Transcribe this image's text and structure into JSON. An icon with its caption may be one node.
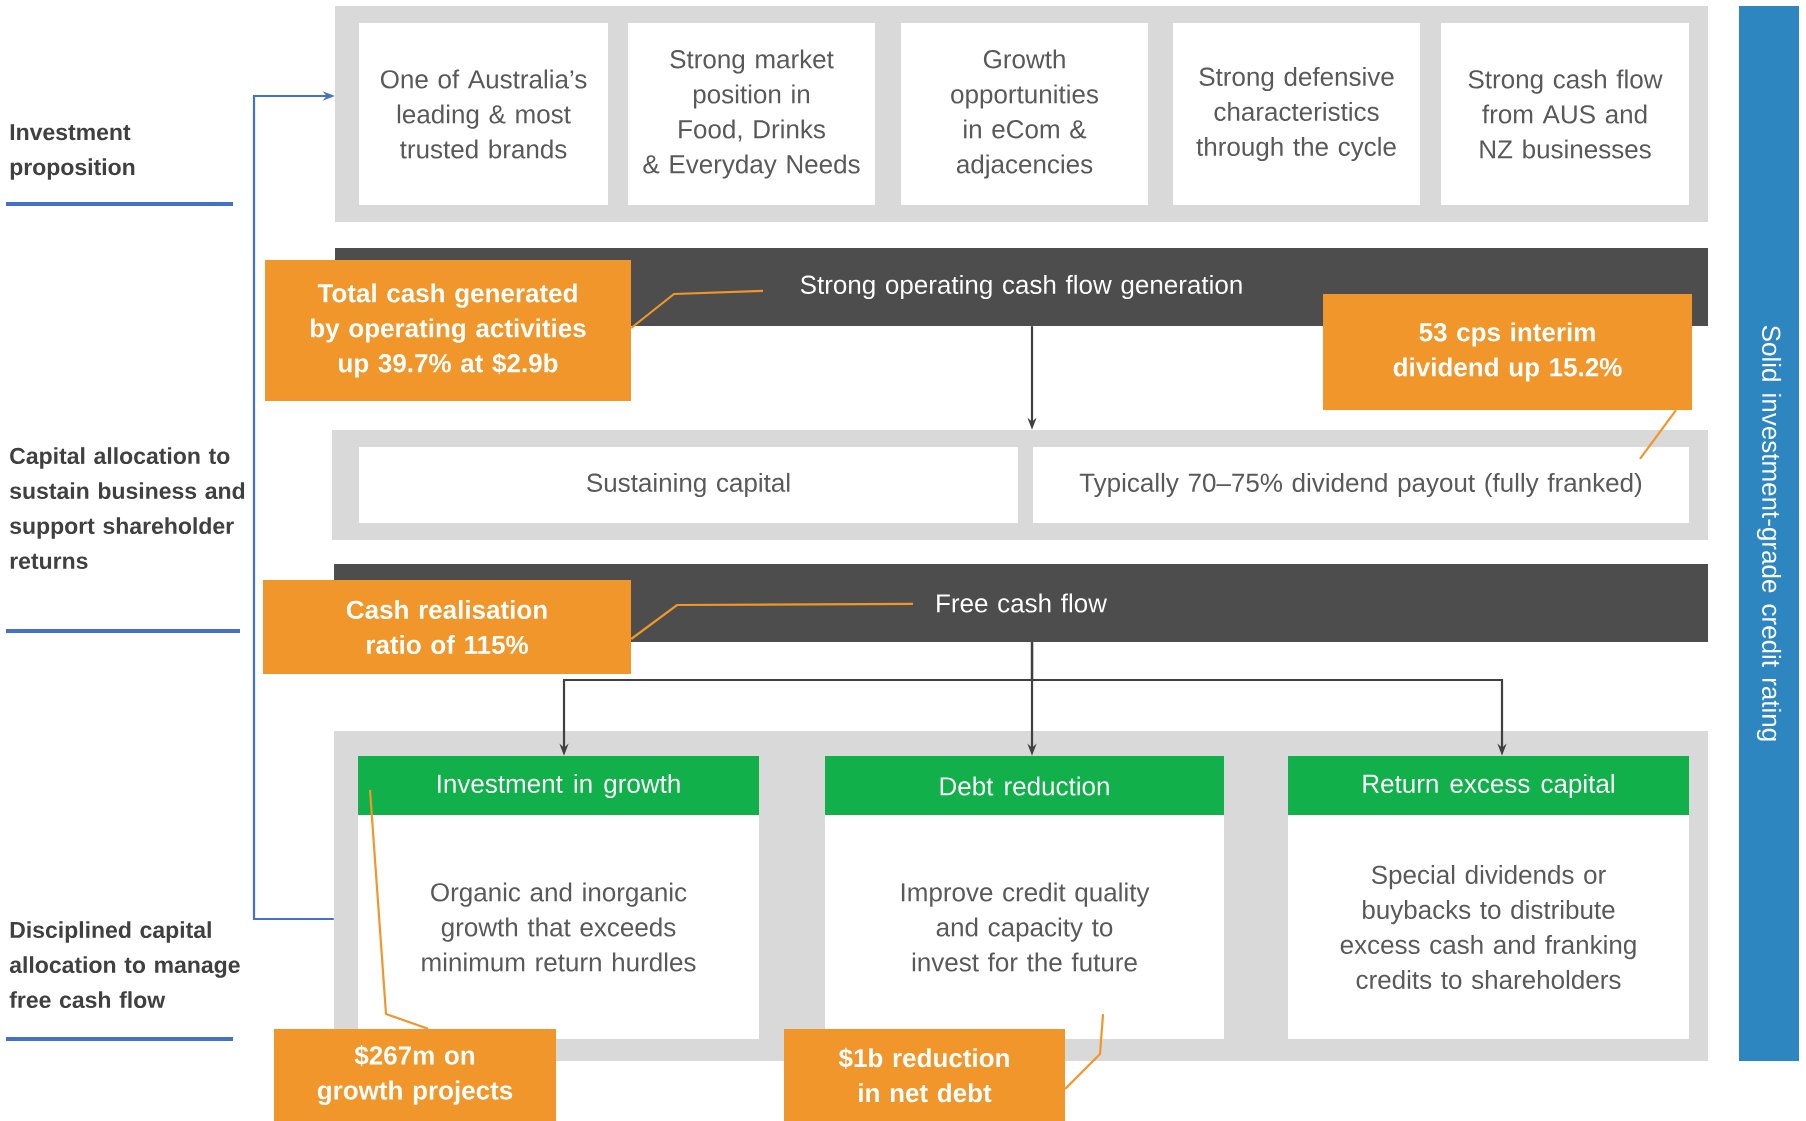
{
  "diagram": {
    "nodes": [
      {
        "text": [],
        "shape": "box"
      },
      {
        "text": [
          "One of Australia’s leading & most trusted brands"
        ],
        "in": 0
      },
      {
        "text": [
          "Strong market position in Food, Drinks & Everyday Needs"
        ],
        "in": 0
      },
      {
        "text": [
          "Growth opportunities in eCom & adjacencies"
        ],
        "in": 0
      },
      {
        "text": [
          "Strong defensive characteristics through the cycle"
        ],
        "in": 0
      },
      {
        "text": [
          "Strong cash flow from AUS and NZ businesses"
        ],
        "in": 0
      },
      {
        "text": [
          "Strong operating cash flow generation"
        ]
      },
      {
        "text": [
          "Total cash generated by operating activities up 39.7% at $2.9b"
        ]
      },
      {
        "text": [
          "53 cps interim dividend up 15.2%"
        ]
      },
      {
        "text": [],
        "shape": "box"
      },
      {
        "text": [
          "Sustaining capital"
        ],
        "in": 9
      },
      {
        "text": [
          "Typically 70–75% dividend payout (fully franked)"
        ],
        "in": 9
      },
      {
        "text": [
          "Free cash flow"
        ]
      },
      {
        "text": [
          "Cash realisation ratio of 115%"
        ]
      },
      {
        "text": [],
        "shape": "box"
      },
      {
        "text": [
          "Investment in growth",
          "Organic and inorganic growth that exceeds minimum return hurdles"
        ],
        "in": 14
      },
      {
        "text": [
          "Debt reduction",
          "Improve credit quality and capacity to invest for the future"
        ],
        "in": 14
      },
      {
        "text": [
          "Return excess capital",
          "Special dividends or buybacks to distribute excess cash and franking credits to shareholders"
        ],
        "in": 14
      },
      {
        "text": [
          "$267m on growth projects"
        ]
      },
      {
        "text": [
          "$1b reduction in net debt"
        ]
      },
      {
        "text": [
          "Solid investment-grade credit rating"
        ]
      }
    ],
    "edges": [
      {
        "from": 6,
        "to": 9,
        "arrow": "to",
        "color": "#404040"
      },
      {
        "from": 12,
        "to": 15,
        "arrow": "to",
        "color": "#404040"
      },
      {
        "from": 12,
        "to": 16,
        "arrow": "to",
        "color": "#404040"
      },
      {
        "from": 12,
        "to": 17,
        "arrow": "to",
        "color": "#404040"
      },
      {
        "from": 7,
        "to": 6,
        "arrow": "none",
        "color": "#f0962a"
      },
      {
        "from": 8,
        "to": 11,
        "arrow": "none",
        "color": "#f0962a"
      },
      {
        "from": 13,
        "to": 12,
        "arrow": "none",
        "color": "#f0962a"
      },
      {
        "from": 18,
        "to": 15,
        "arrow": "none",
        "color": "#f0962a"
      },
      {
        "from": 19,
        "to": 16,
        "arrow": "none",
        "color": "#f0962a"
      },
      {
        "from": 14,
        "to": 0,
        "arrow": "to",
        "color": "#4472c4"
      }
    ],
    "labels": [
      "Investment proposition",
      "Capital allocation to sustain business and support shareholder returns",
      "Disciplined capital allocation to manage free cash flow"
    ]
  }
}
